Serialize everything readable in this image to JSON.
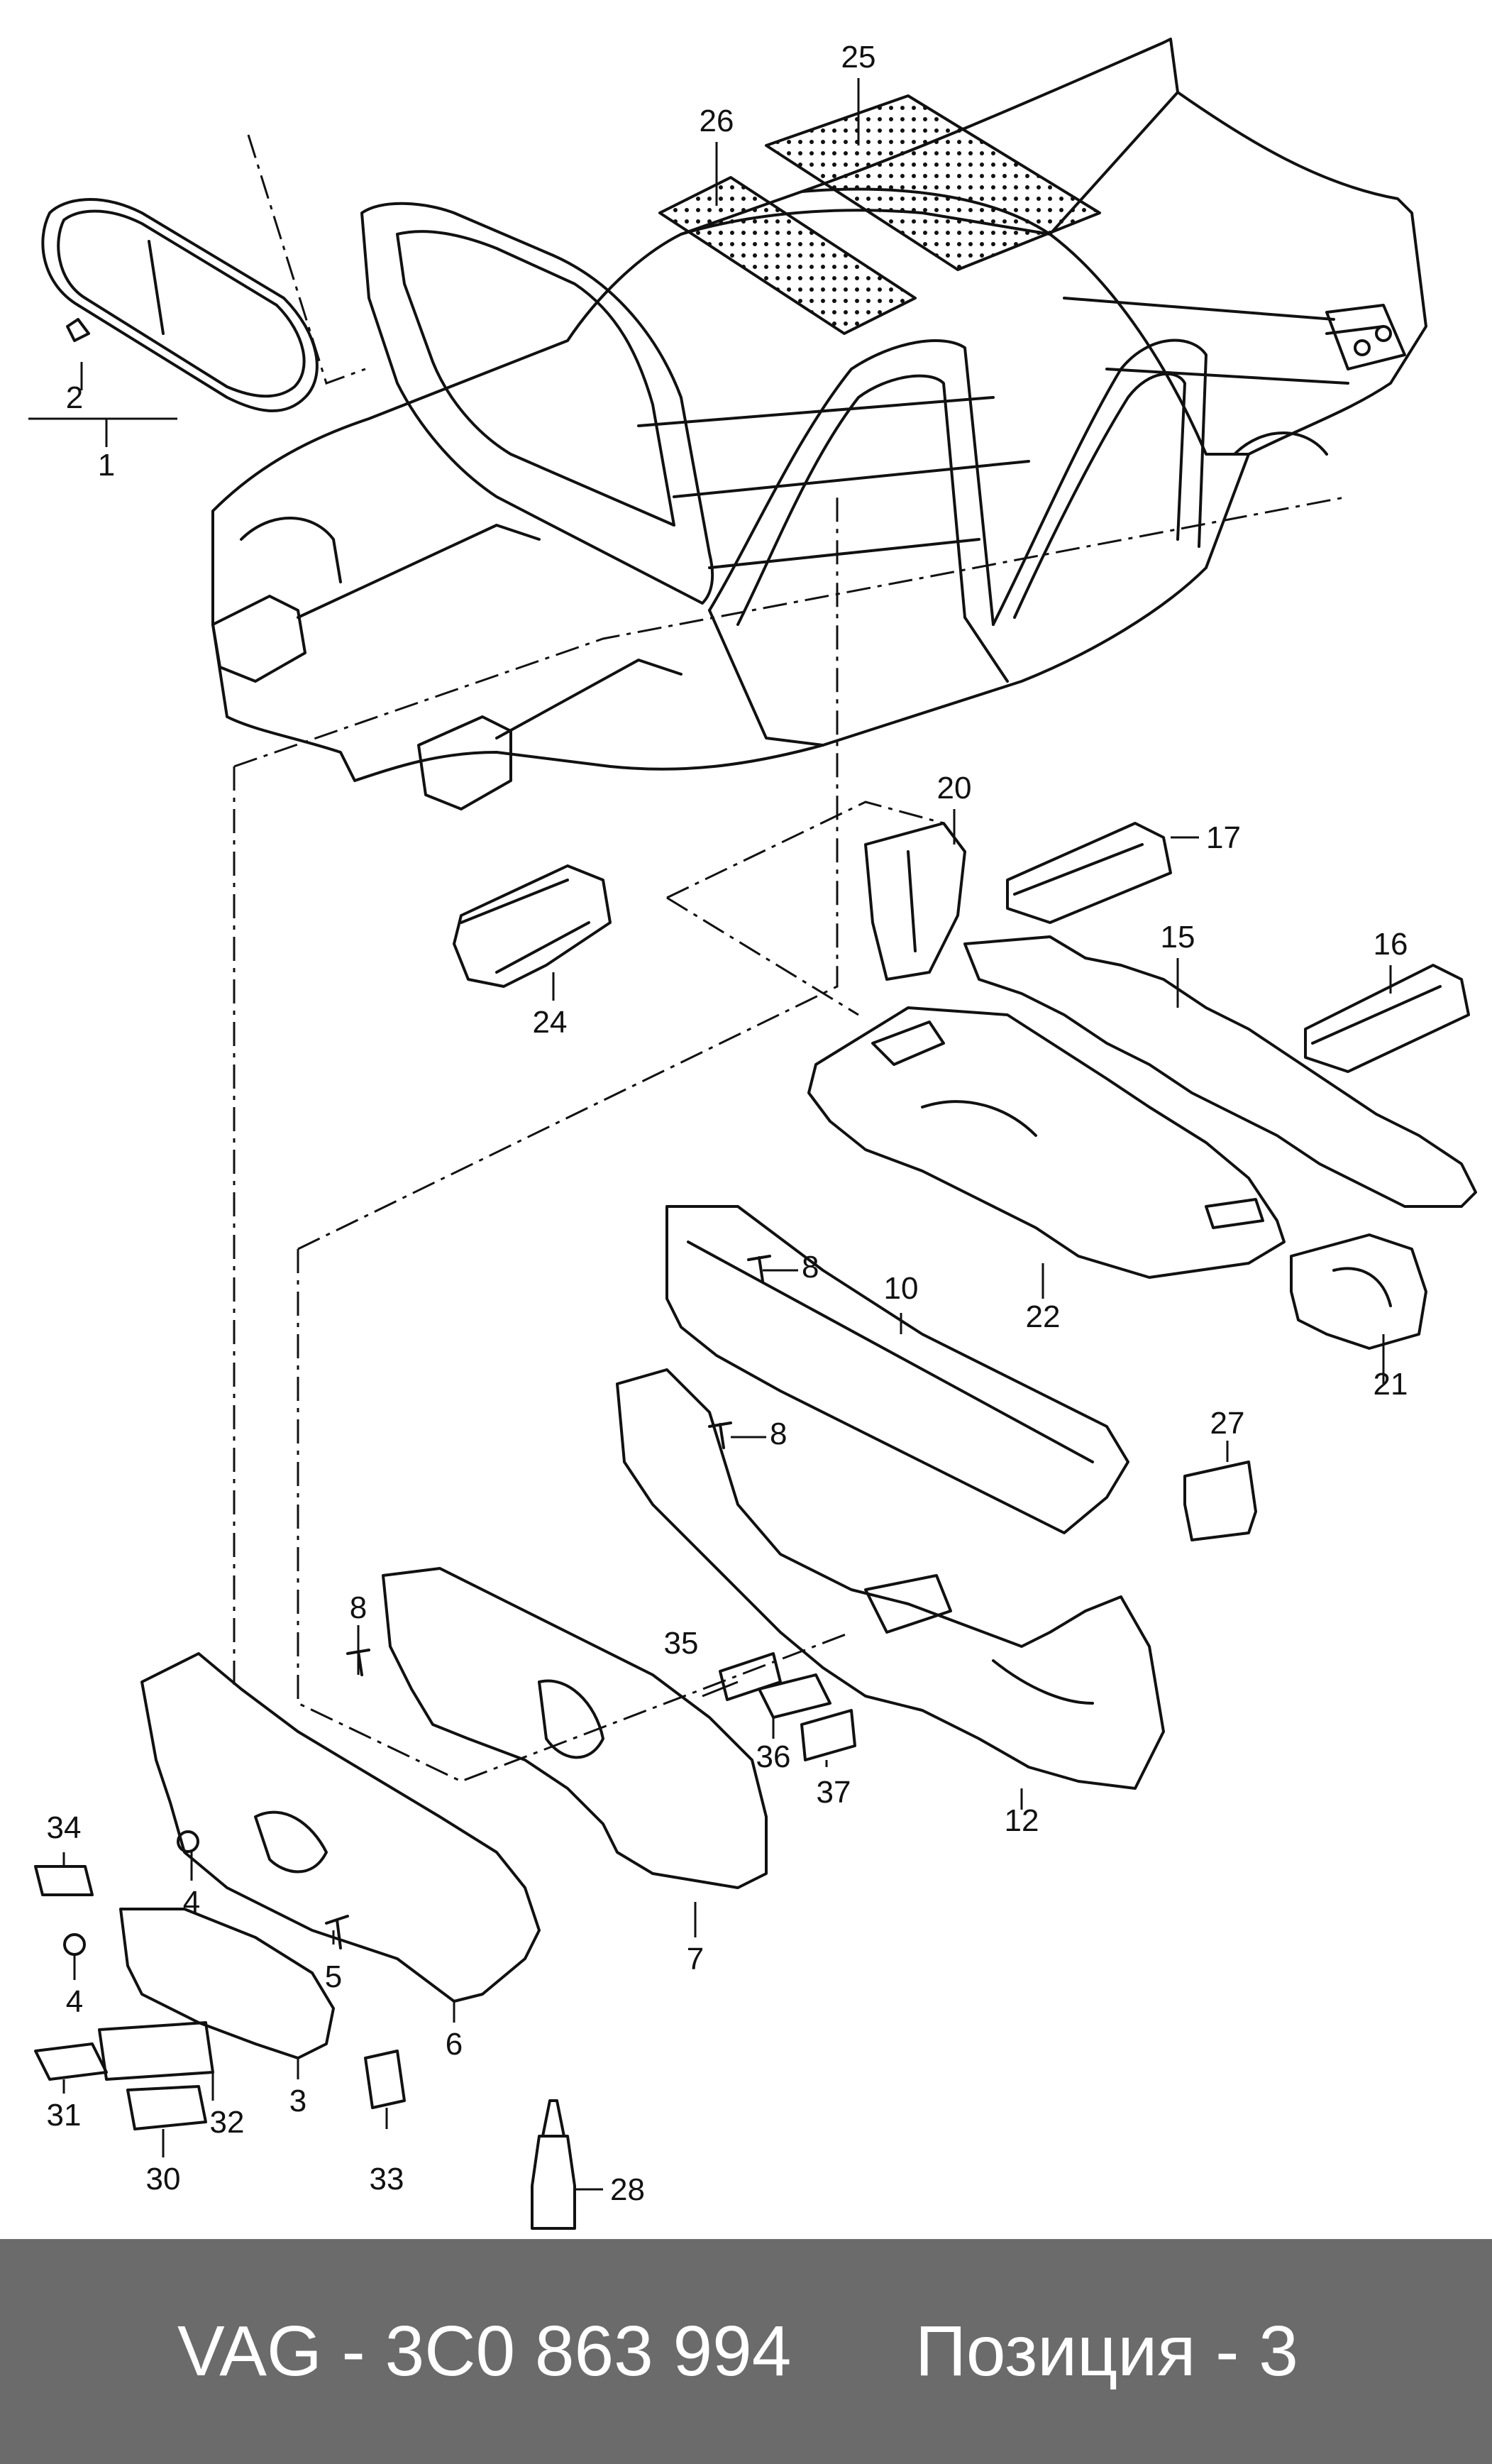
{
  "diagram": {
    "callouts": [
      {
        "id": "c1",
        "label": "1"
      },
      {
        "id": "c2",
        "label": "2"
      },
      {
        "id": "c3",
        "label": "3"
      },
      {
        "id": "c4a",
        "label": "4"
      },
      {
        "id": "c4b",
        "label": "4"
      },
      {
        "id": "c5",
        "label": "5"
      },
      {
        "id": "c6",
        "label": "6"
      },
      {
        "id": "c7",
        "label": "7"
      },
      {
        "id": "c8a",
        "label": "8"
      },
      {
        "id": "c8b",
        "label": "8"
      },
      {
        "id": "c8c",
        "label": "8"
      },
      {
        "id": "c10",
        "label": "10"
      },
      {
        "id": "c12",
        "label": "12"
      },
      {
        "id": "c15",
        "label": "15"
      },
      {
        "id": "c16",
        "label": "16"
      },
      {
        "id": "c17",
        "label": "17"
      },
      {
        "id": "c20",
        "label": "20"
      },
      {
        "id": "c21",
        "label": "21"
      },
      {
        "id": "c22",
        "label": "22"
      },
      {
        "id": "c24",
        "label": "24"
      },
      {
        "id": "c25",
        "label": "25"
      },
      {
        "id": "c26",
        "label": "26"
      },
      {
        "id": "c27",
        "label": "27"
      },
      {
        "id": "c28",
        "label": "28"
      },
      {
        "id": "c30",
        "label": "30"
      },
      {
        "id": "c31",
        "label": "31"
      },
      {
        "id": "c32",
        "label": "32"
      },
      {
        "id": "c33",
        "label": "33"
      },
      {
        "id": "c34",
        "label": "34"
      },
      {
        "id": "c35",
        "label": "35"
      },
      {
        "id": "c36",
        "label": "36"
      },
      {
        "id": "c37",
        "label": "37"
      }
    ],
    "line_color": "#111111"
  },
  "footer": {
    "part_number": "VAG - 3C0 863 994",
    "position": "Позиция - 3",
    "background": "#6b6b6b",
    "text_color": "#ffffff"
  }
}
